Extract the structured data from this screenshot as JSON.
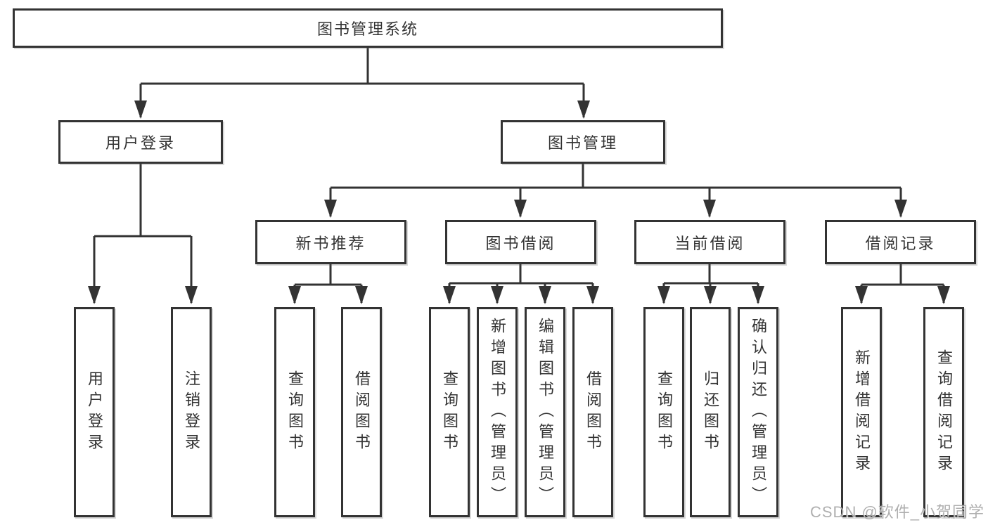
{
  "tree": {
    "root": {
      "label": "图书管理系统"
    },
    "level2": [
      {
        "label": "用户登录"
      },
      {
        "label": "图书管理"
      }
    ],
    "level3": [
      {
        "label": "新书推荐"
      },
      {
        "label": "图书借阅"
      },
      {
        "label": "当前借阅"
      },
      {
        "label": "借阅记录"
      }
    ],
    "leaves": {
      "user_login": [
        {
          "label": "用户登录"
        },
        {
          "label": "注销登录"
        }
      ],
      "new_book": [
        {
          "label": "查询图书"
        },
        {
          "label": "借阅图书"
        }
      ],
      "book_borrow": [
        {
          "label": "查询图书"
        },
        {
          "label": "新增图书（管理员）"
        },
        {
          "label": "编辑图书（管理员）"
        },
        {
          "label": "借阅图书"
        }
      ],
      "current_borrow": [
        {
          "label": "查询图书"
        },
        {
          "label": "归还图书"
        },
        {
          "label": "确认归还（管理员）"
        }
      ],
      "borrow_records": [
        {
          "label": "新增借阅记录"
        },
        {
          "label": "查询借阅记录"
        }
      ]
    }
  },
  "watermark": "CSDN @软件_小贺同学",
  "colors": {
    "line": "#333333",
    "box_border": "#333333",
    "box_fill": "#ffffff",
    "text": "#333333",
    "watermark": "#a8a8a8",
    "background": "#ffffff"
  }
}
